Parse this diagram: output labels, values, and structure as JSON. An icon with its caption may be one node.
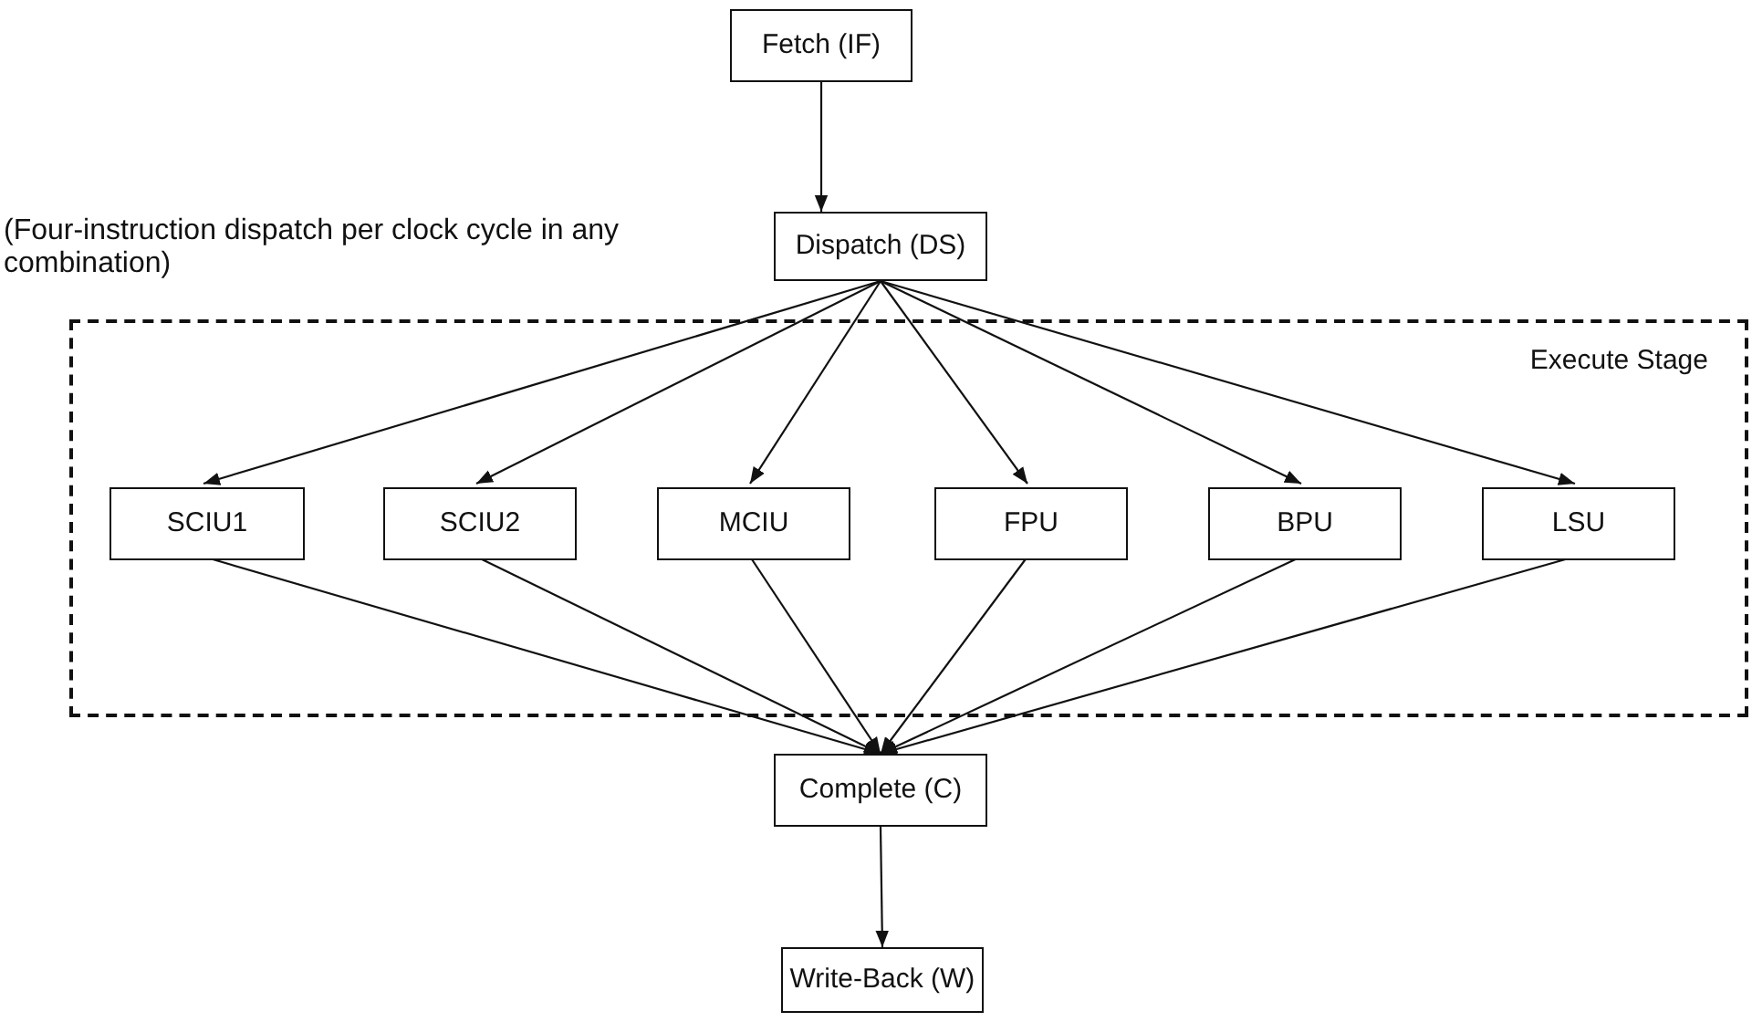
{
  "diagram": {
    "nodes": [
      {
        "text": [
          "Fetch (IF)"
        ]
      },
      {
        "text": [
          "Dispatch (DS)"
        ]
      },
      {
        "text": [
          "Execute Stage"
        ]
      },
      {
        "text": [
          "SCIU1"
        ],
        "in": 2
      },
      {
        "text": [
          "SCIU2"
        ],
        "in": 2
      },
      {
        "text": [
          "MCIU"
        ],
        "in": 2
      },
      {
        "text": [
          "FPU"
        ],
        "in": 2
      },
      {
        "text": [
          "BPU"
        ],
        "in": 2
      },
      {
        "text": [
          "LSU"
        ],
        "in": 2
      },
      {
        "text": [
          "Complete (C)"
        ]
      },
      {
        "text": [
          "Write-Back (W)"
        ]
      }
    ],
    "edges": [
      {
        "from": 0,
        "to": 1,
        "arrow": "to"
      },
      {
        "from": 1,
        "to": 3,
        "arrow": "to"
      },
      {
        "from": 1,
        "to": 4,
        "arrow": "to"
      },
      {
        "from": 1,
        "to": 5,
        "arrow": "to"
      },
      {
        "from": 1,
        "to": 6,
        "arrow": "to"
      },
      {
        "from": 1,
        "to": 7,
        "arrow": "to"
      },
      {
        "from": 1,
        "to": 8,
        "arrow": "to"
      },
      {
        "from": 3,
        "to": 9,
        "arrow": "to"
      },
      {
        "from": 4,
        "to": 9,
        "arrow": "to"
      },
      {
        "from": 5,
        "to": 9,
        "arrow": "to"
      },
      {
        "from": 6,
        "to": 9,
        "arrow": "to"
      },
      {
        "from": 7,
        "to": 9,
        "arrow": "to"
      },
      {
        "from": 8,
        "to": 9,
        "arrow": "to"
      },
      {
        "from": 9,
        "to": 10,
        "arrow": "to"
      }
    ],
    "labels": [
      "(Four-instruction dispatch per clock cycle in any combination)"
    ]
  }
}
